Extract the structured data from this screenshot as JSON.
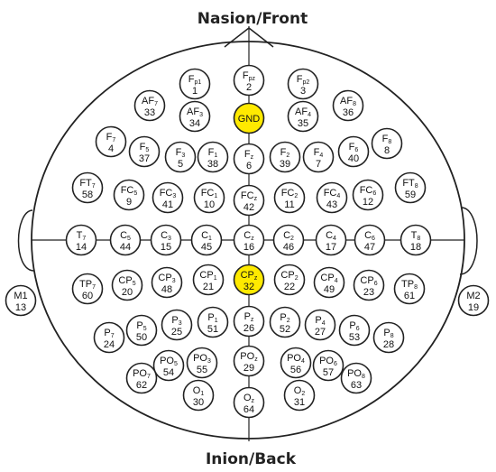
{
  "title_top": "Nasion/Front",
  "title_bottom": "Inion/Back",
  "colors": {
    "line": "#222222",
    "highlight": "#ffea00",
    "electrode_fill": "#ffffff"
  },
  "mastoids": [
    {
      "name": "M1",
      "num": "13"
    },
    {
      "name": "M2",
      "num": "19"
    }
  ],
  "electrodes": [
    {
      "base": "F",
      "sub": "pz",
      "num": "2"
    },
    {
      "base": "F",
      "sub": "p1",
      "num": "1"
    },
    {
      "base": "F",
      "sub": "p2",
      "num": "3"
    },
    {
      "base": "AF",
      "sub": "7",
      "num": "33"
    },
    {
      "base": "AF",
      "sub": "3",
      "num": "34"
    },
    {
      "base": "GND",
      "sub": "",
      "num": "",
      "highlight": true
    },
    {
      "base": "AF",
      "sub": "4",
      "num": "35"
    },
    {
      "base": "AF",
      "sub": "8",
      "num": "36"
    },
    {
      "base": "F",
      "sub": "7",
      "num": "4"
    },
    {
      "base": "F",
      "sub": "5",
      "num": "37"
    },
    {
      "base": "F",
      "sub": "3",
      "num": "5"
    },
    {
      "base": "F",
      "sub": "1",
      "num": "38"
    },
    {
      "base": "F",
      "sub": "z",
      "num": "6"
    },
    {
      "base": "F",
      "sub": "2",
      "num": "39"
    },
    {
      "base": "F",
      "sub": "4",
      "num": "7"
    },
    {
      "base": "F",
      "sub": "6",
      "num": "40"
    },
    {
      "base": "F",
      "sub": "8",
      "num": "8"
    },
    {
      "base": "FT",
      "sub": "7",
      "num": "58"
    },
    {
      "base": "FC",
      "sub": "5",
      "num": "9"
    },
    {
      "base": "FC",
      "sub": "3",
      "num": "41"
    },
    {
      "base": "FC",
      "sub": "1",
      "num": "10"
    },
    {
      "base": "FC",
      "sub": "z",
      "num": "42"
    },
    {
      "base": "FC",
      "sub": "2",
      "num": "11"
    },
    {
      "base": "FC",
      "sub": "4",
      "num": "43"
    },
    {
      "base": "FC",
      "sub": "6",
      "num": "12"
    },
    {
      "base": "FT",
      "sub": "8",
      "num": "59"
    },
    {
      "base": "T",
      "sub": "7",
      "num": "14"
    },
    {
      "base": "C",
      "sub": "5",
      "num": "44"
    },
    {
      "base": "C",
      "sub": "3",
      "num": "15"
    },
    {
      "base": "C",
      "sub": "1",
      "num": "45"
    },
    {
      "base": "C",
      "sub": "z",
      "num": "16"
    },
    {
      "base": "C",
      "sub": "2",
      "num": "46"
    },
    {
      "base": "C",
      "sub": "4",
      "num": "17"
    },
    {
      "base": "C",
      "sub": "6",
      "num": "47"
    },
    {
      "base": "T",
      "sub": "8",
      "num": "18"
    },
    {
      "base": "TP",
      "sub": "7",
      "num": "60"
    },
    {
      "base": "CP",
      "sub": "5",
      "num": "20"
    },
    {
      "base": "CP",
      "sub": "3",
      "num": "48"
    },
    {
      "base": "CP",
      "sub": "1",
      "num": "21"
    },
    {
      "base": "CP",
      "sub": "z",
      "num": "32",
      "highlight": true
    },
    {
      "base": "CP",
      "sub": "2",
      "num": "22"
    },
    {
      "base": "CP",
      "sub": "4",
      "num": "49"
    },
    {
      "base": "CP",
      "sub": "6",
      "num": "23"
    },
    {
      "base": "TP",
      "sub": "8",
      "num": "61"
    },
    {
      "base": "P",
      "sub": "7",
      "num": "24"
    },
    {
      "base": "P",
      "sub": "5",
      "num": "50"
    },
    {
      "base": "P",
      "sub": "3",
      "num": "25"
    },
    {
      "base": "P",
      "sub": "1",
      "num": "51"
    },
    {
      "base": "P",
      "sub": "z",
      "num": "26"
    },
    {
      "base": "P",
      "sub": "2",
      "num": "52"
    },
    {
      "base": "P",
      "sub": "4",
      "num": "27"
    },
    {
      "base": "P",
      "sub": "6",
      "num": "53"
    },
    {
      "base": "P",
      "sub": "8",
      "num": "28"
    },
    {
      "base": "PO",
      "sub": "z",
      "num": "29"
    },
    {
      "base": "PO",
      "sub": "5",
      "num": "54"
    },
    {
      "base": "PO",
      "sub": "3",
      "num": "55"
    },
    {
      "base": "PO",
      "sub": "4",
      "num": "56"
    },
    {
      "base": "PO",
      "sub": "6",
      "num": "57"
    },
    {
      "base": "PO",
      "sub": "7",
      "num": "62"
    },
    {
      "base": "PO",
      "sub": "8",
      "num": "63"
    },
    {
      "base": "O",
      "sub": "1",
      "num": "30"
    },
    {
      "base": "O",
      "sub": "2",
      "num": "31"
    },
    {
      "base": "O",
      "sub": "z",
      "num": "64"
    }
  ]
}
